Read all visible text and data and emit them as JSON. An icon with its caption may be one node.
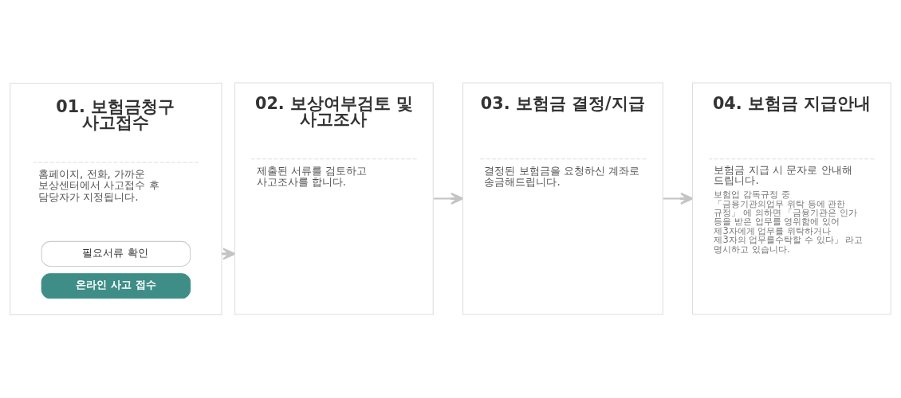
{
  "diagram": {
    "nodes": [
      {
        "text": [
          "01. 보험금청구 사고접수",
          "홈페이지, 전화, 가까운 보상센터에서 사고접수 후 담당자가 지정됩니다."
        ]
      },
      {
        "text": [
          "필요서류 확인"
        ],
        "in": 0
      },
      {
        "text": [
          "온라인 사고 접수"
        ],
        "in": 0
      },
      {
        "text": [
          "02. 보상여부검토 및 사고조사",
          "제출된 서류를 검토하고 사고조사를 합니다."
        ]
      },
      {
        "text": [
          "03. 보험금 결정/지급",
          "결정된 보험금을 요청하신 계좌로 송금해드립니다."
        ]
      },
      {
        "text": [
          "04. 보험금 지급안내",
          "보험금 지급 시 문자로 안내해 드립니다.",
          "보험업 감독규정 중 「금융기관의업무 위탁 등에 관한 규정」 에 의하면 「금융기관은 인가 등을 받은 업무를 영위함에 있어 제3자에게 업무를 위탁하거나 제3자의 업무를수탁할 수 있다」 라고 명시하고 있습니다."
        ]
      }
    ],
    "edges": [
      {
        "from": 0,
        "to": 3,
        "arrow": "to"
      },
      {
        "from": 3,
        "to": 4,
        "arrow": "to"
      },
      {
        "from": 4,
        "to": 5,
        "arrow": "to"
      }
    ]
  }
}
